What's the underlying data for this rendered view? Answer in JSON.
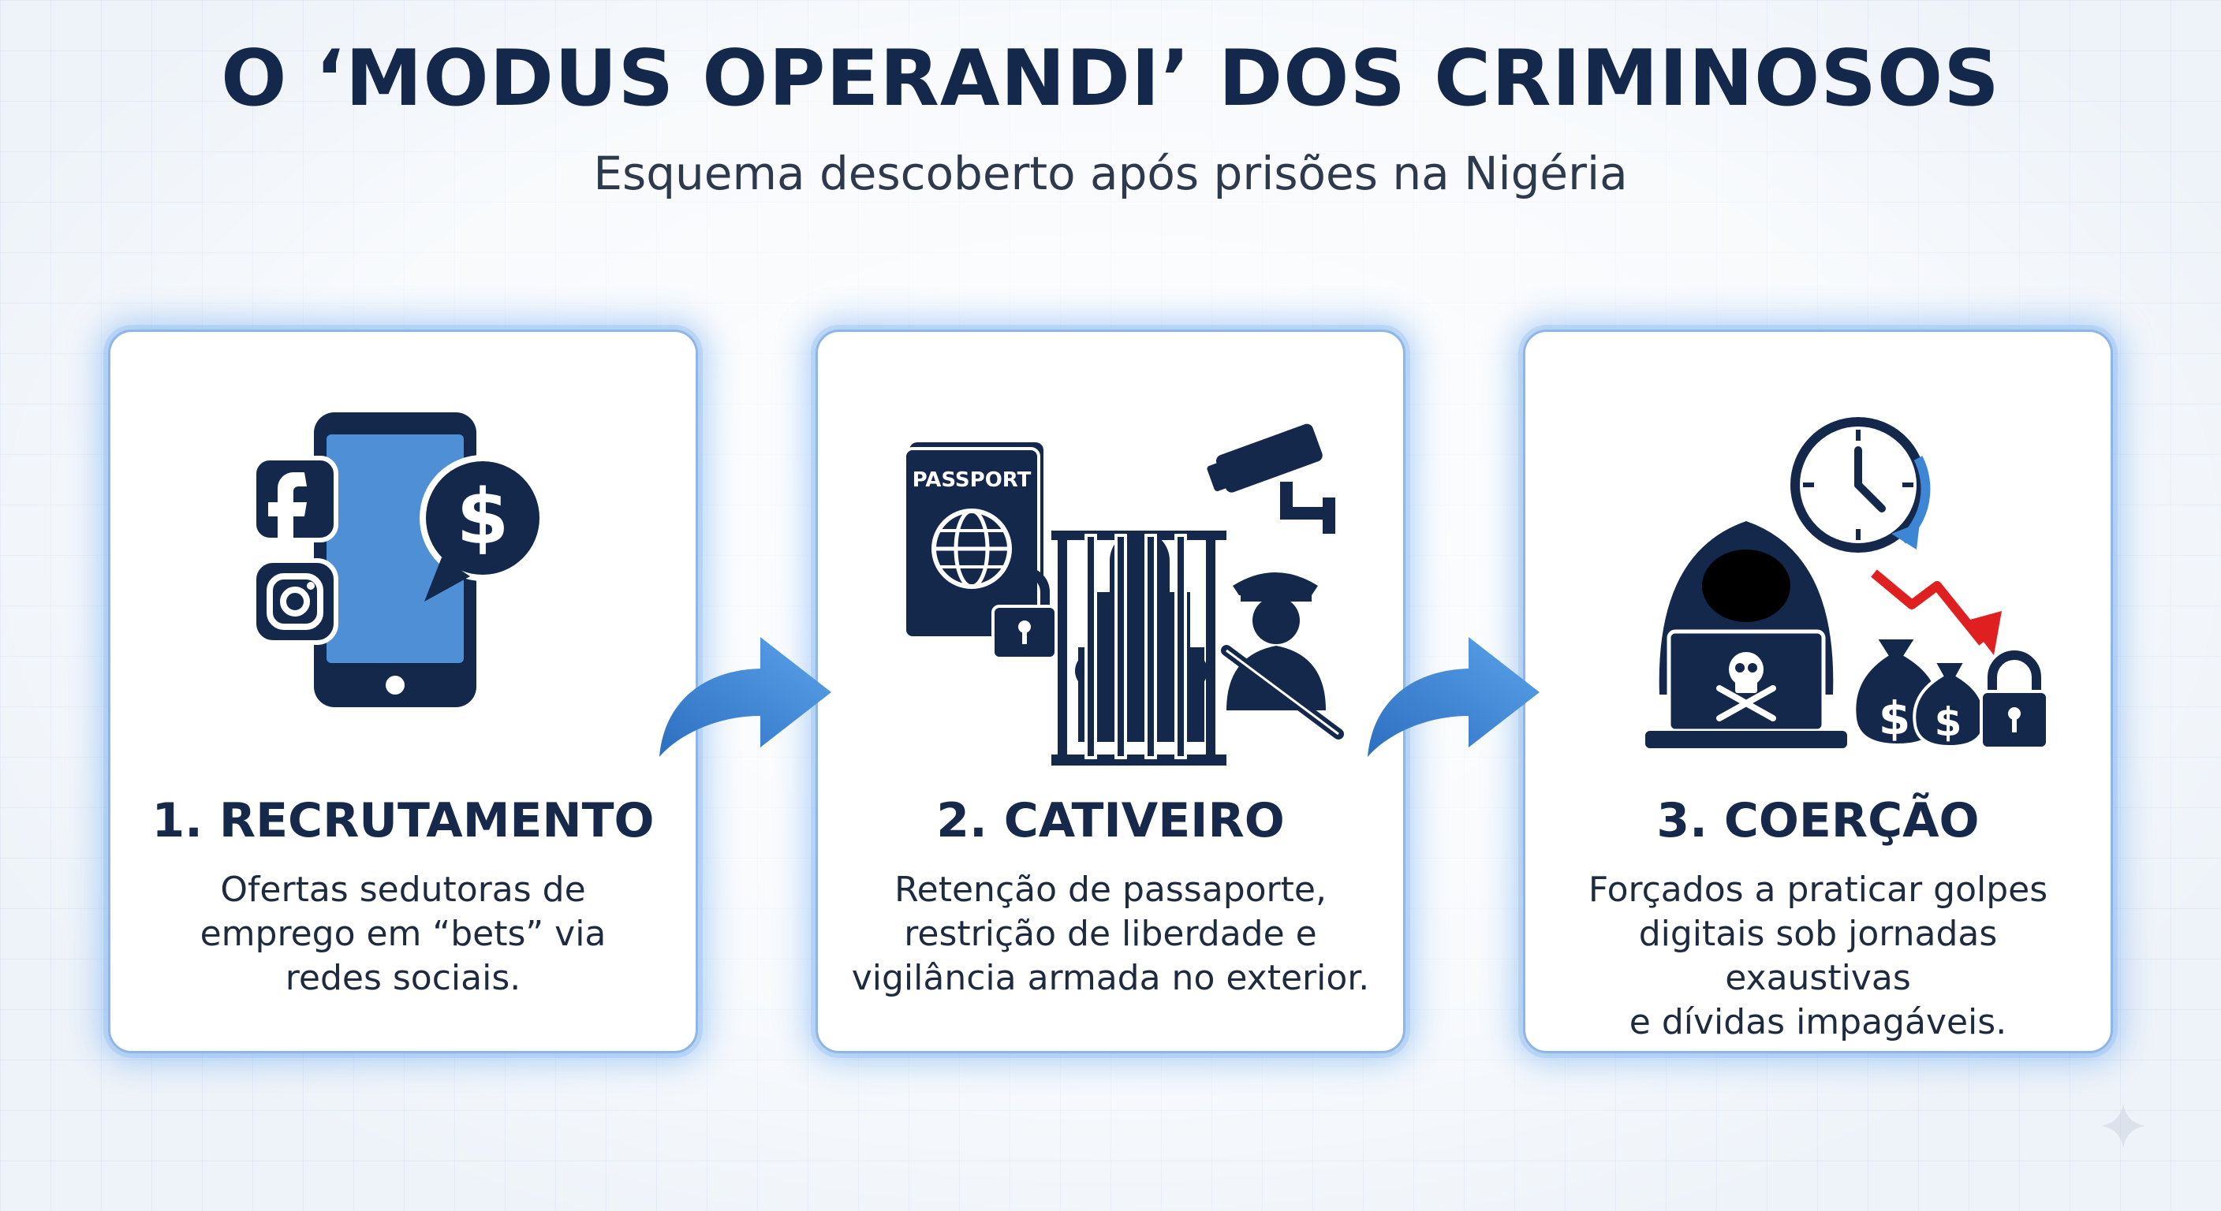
{
  "title": "O ‘MODUS OPERANDI’ DOS CRIMINOSOS",
  "subtitle": "Esquema descoberto após prisões na Nigéria",
  "steps": [
    {
      "title": "1. RECRUTAMENTO",
      "description": "Ofertas sedutoras de\nemprego em “bets” via\nredes sociais.",
      "icons": [
        "smartphone-icon",
        "facebook-icon",
        "instagram-icon",
        "dollar-chat-bubble-icon"
      ]
    },
    {
      "title": "2. CATIVEIRO",
      "description": "Retenção de passaporte,\nrestrição de liberdade e\nvigilância armada no exterior.",
      "passport_label": "PASSPORT",
      "icons": [
        "passport-icon",
        "padlock-icon",
        "prison-bars-icon",
        "cctv-camera-icon",
        "armed-guard-icon"
      ]
    },
    {
      "title": "3. COERÇÃO",
      "description": "Forçados a praticar golpes\ndigitais sob jornadas exaustivas\ne dívidas impagáveis.",
      "icons": [
        "clock-icon",
        "hooded-hacker-icon",
        "skull-laptop-icon",
        "declining-arrow-icon",
        "money-bag-icon",
        "padlock-icon"
      ]
    }
  ],
  "colors": {
    "navy": "#13284a",
    "accent_blue": "#3d86d6",
    "phone_screen": "#4f8fd6",
    "decline_red": "#e02020",
    "card_glow": "#5aa0f0"
  }
}
